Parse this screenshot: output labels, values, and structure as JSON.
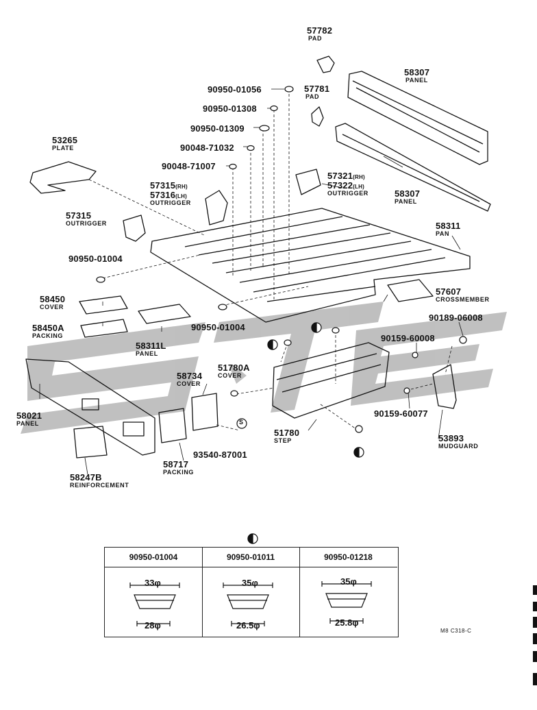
{
  "parts": [
    {
      "id": "p57782",
      "number": "57782",
      "name": "PAD"
    },
    {
      "id": "p58307a",
      "number": "58307",
      "name": "PANEL"
    },
    {
      "id": "p57781",
      "number": "57781",
      "name": "PAD"
    },
    {
      "id": "p01056",
      "number": "90950-01056",
      "name": ""
    },
    {
      "id": "p01308",
      "number": "90950-01308",
      "name": ""
    },
    {
      "id": "p01309",
      "number": "90950-01309",
      "name": ""
    },
    {
      "id": "p71032",
      "number": "90048-71032",
      "name": ""
    },
    {
      "id": "p71007",
      "number": "90048-71007",
      "name": ""
    },
    {
      "id": "p53265",
      "number": "53265",
      "name": "PLATE"
    },
    {
      "id": "p57321",
      "number": "57321",
      "suffix": "(RH)",
      "name": ""
    },
    {
      "id": "p57322",
      "number": "57322",
      "suffix": "(LH)",
      "name": "OUTRIGGER"
    },
    {
      "id": "p58307b",
      "number": "58307",
      "name": "PANEL"
    },
    {
      "id": "p57315rh",
      "number": "57315",
      "suffix": "(RH)",
      "name": ""
    },
    {
      "id": "p57316",
      "number": "57316",
      "suffix": "(LH)",
      "name": "OUTRIGGER"
    },
    {
      "id": "p57315",
      "number": "57315",
      "name": "OUTRIGGER"
    },
    {
      "id": "p58311",
      "number": "58311",
      "name": "PAN"
    },
    {
      "id": "p01004a",
      "number": "90950-01004",
      "name": ""
    },
    {
      "id": "p57607",
      "number": "57607",
      "name": "CROSSMEMBER"
    },
    {
      "id": "p58450",
      "number": "58450",
      "name": "COVER"
    },
    {
      "id": "p58450a",
      "number": "58450A",
      "name": "PACKING"
    },
    {
      "id": "p58311l",
      "number": "58311L",
      "name": "PANEL"
    },
    {
      "id": "p01004b",
      "number": "90950-01004",
      "name": ""
    },
    {
      "id": "p06008",
      "number": "90189-06008",
      "name": ""
    },
    {
      "id": "p60008",
      "number": "90159-60008",
      "name": ""
    },
    {
      "id": "p58734",
      "number": "58734",
      "name": "COVER"
    },
    {
      "id": "p51780a",
      "number": "51780A",
      "name": "COVER"
    },
    {
      "id": "p58021",
      "number": "58021",
      "name": "PANEL"
    },
    {
      "id": "p60077",
      "number": "90159-60077",
      "name": ""
    },
    {
      "id": "p51780",
      "number": "51780",
      "name": "STEP"
    },
    {
      "id": "p53893",
      "number": "53893",
      "name": "MUDGUARD"
    },
    {
      "id": "p87001",
      "number": "93540-87001",
      "name": ""
    },
    {
      "id": "p58717",
      "number": "58717",
      "name": "PACKING"
    },
    {
      "id": "p58247b",
      "number": "58247B",
      "name": "REINFORCEMENT"
    }
  ],
  "callout_letter": "S",
  "plug_table": {
    "columns": [
      {
        "header": "90950-01004",
        "outer": "33φ",
        "inner": "28φ"
      },
      {
        "header": "90950-01011",
        "outer": "35φ",
        "inner": "26.5φ"
      },
      {
        "header": "90950-01218",
        "outer": "35φ",
        "inner": "25.8φ"
      }
    ]
  },
  "drawing_code": "M8 C318-C",
  "watermark_icon": "brand-watermark",
  "colors": {
    "line": "#111111",
    "watermark": "#b5b5b5"
  }
}
